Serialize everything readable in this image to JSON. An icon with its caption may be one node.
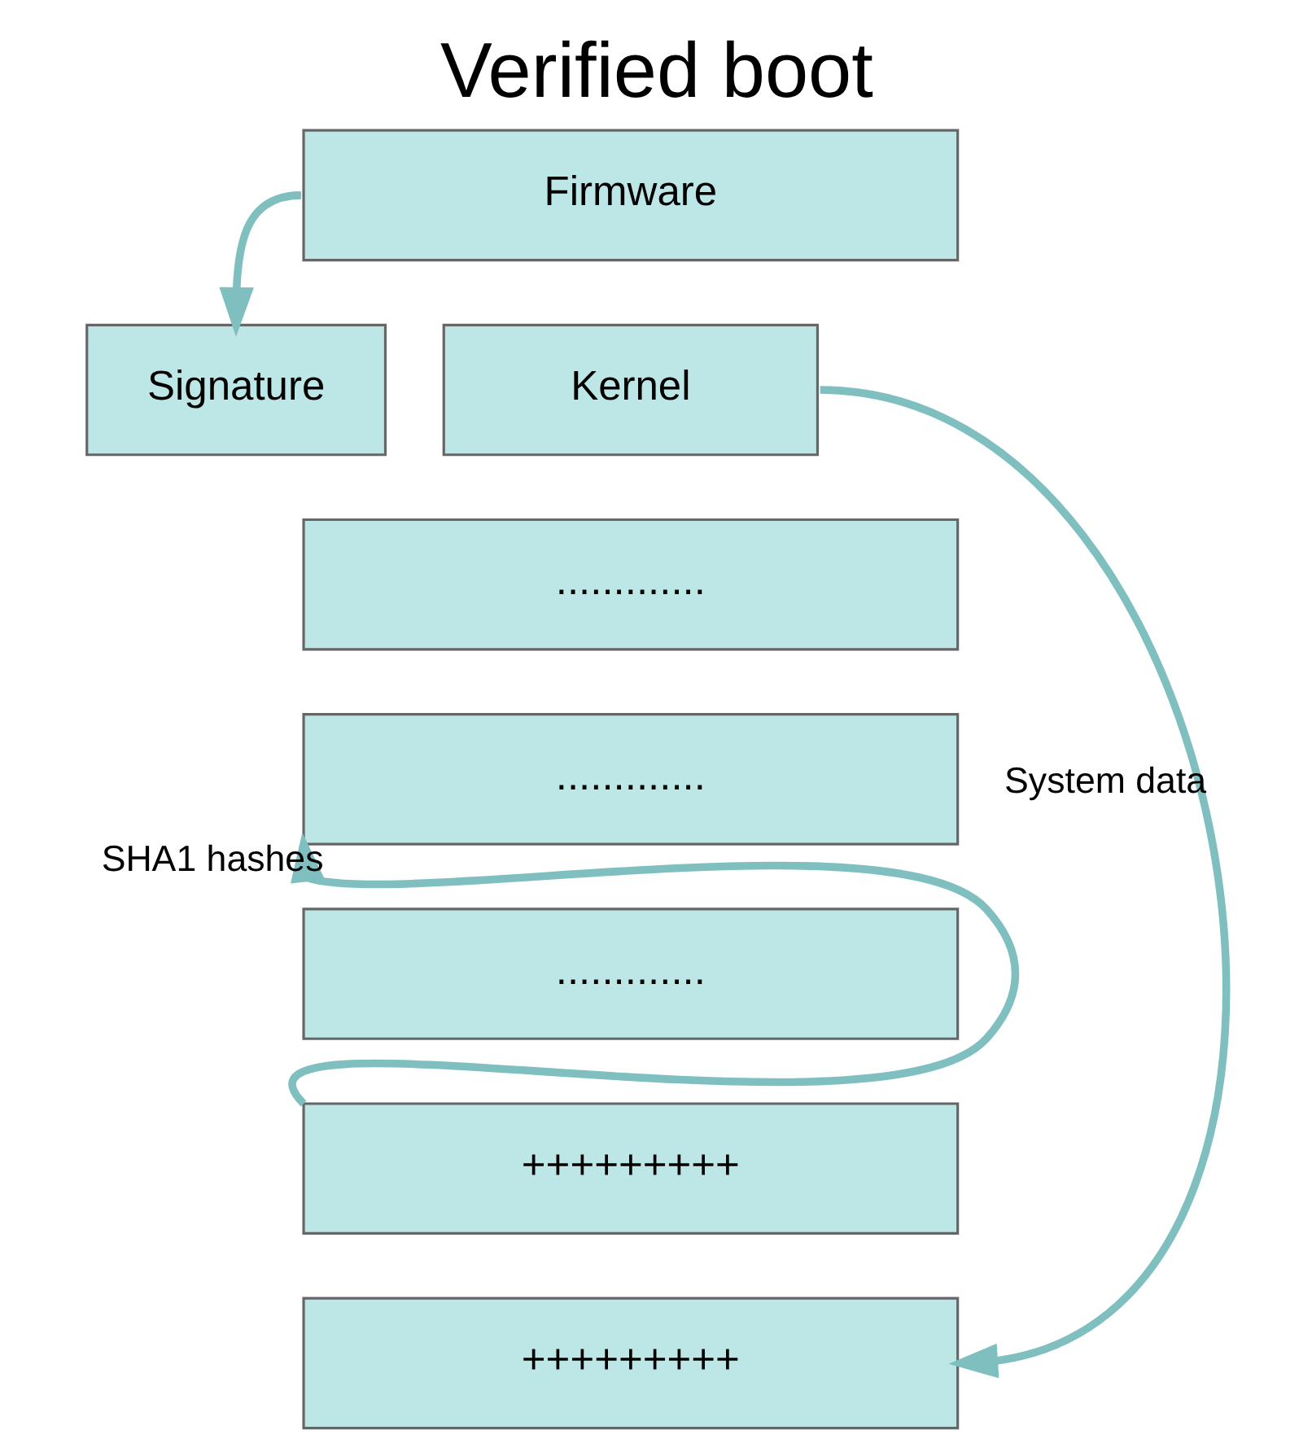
{
  "diagram": {
    "title": "Verified boot",
    "nodes": [
      {
        "text": [
          "Firmware"
        ]
      },
      {
        "text": [
          "Signature"
        ]
      },
      {
        "text": [
          "Kernel"
        ]
      },
      {
        "text": [
          "............."
        ]
      },
      {
        "text": [
          "............."
        ]
      },
      {
        "text": [
          "............."
        ]
      },
      {
        "text": [
          "+++++++++"
        ]
      },
      {
        "text": [
          "+++++++++"
        ]
      }
    ],
    "edges": [
      {
        "from": 0,
        "to": 1,
        "arrow": "to"
      },
      {
        "from": 2,
        "to": 7,
        "arrow": "to",
        "label": "System data"
      },
      {
        "from": 6,
        "to": 4,
        "arrow": "to",
        "label": "SHA1 hashes"
      }
    ]
  }
}
